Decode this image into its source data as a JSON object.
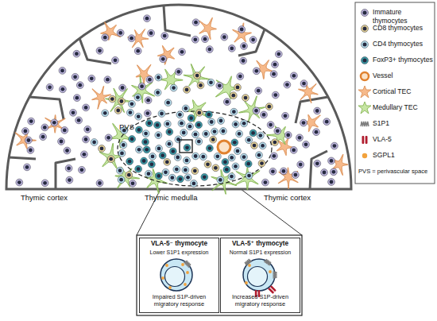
{
  "diagram": {
    "nodes": [
      {
        "text": [
          "VLA-5⁻ thymocyte",
          "Lower S1P1 expression",
          "Impaired S1P-driven migratory response"
        ]
      },
      {
        "text": [
          "VLA-5⁺ thymocyte",
          "Normal S1P1 expression",
          "Increased S1P-driven migratory response"
        ]
      }
    ],
    "labels": [
      "PVS",
      "Thymic cortex",
      "Thymic medulla",
      "Thymic cortex"
    ],
    "legend": [
      {
        "text": "Immature thymocytes"
      },
      {
        "text": "CD8 thymocytes"
      },
      {
        "text": "CD4 thymocytes"
      },
      {
        "text": "FoxP3+ thymocytes"
      },
      {
        "text": "Vessel"
      },
      {
        "text": "Cortical TEC"
      },
      {
        "text": "Medullary TEC"
      },
      {
        "text": "S1P1"
      },
      {
        "text": "VLA-5"
      },
      {
        "text": "SGPL1"
      },
      {
        "text": "PVS = perivascular space"
      }
    ]
  }
}
